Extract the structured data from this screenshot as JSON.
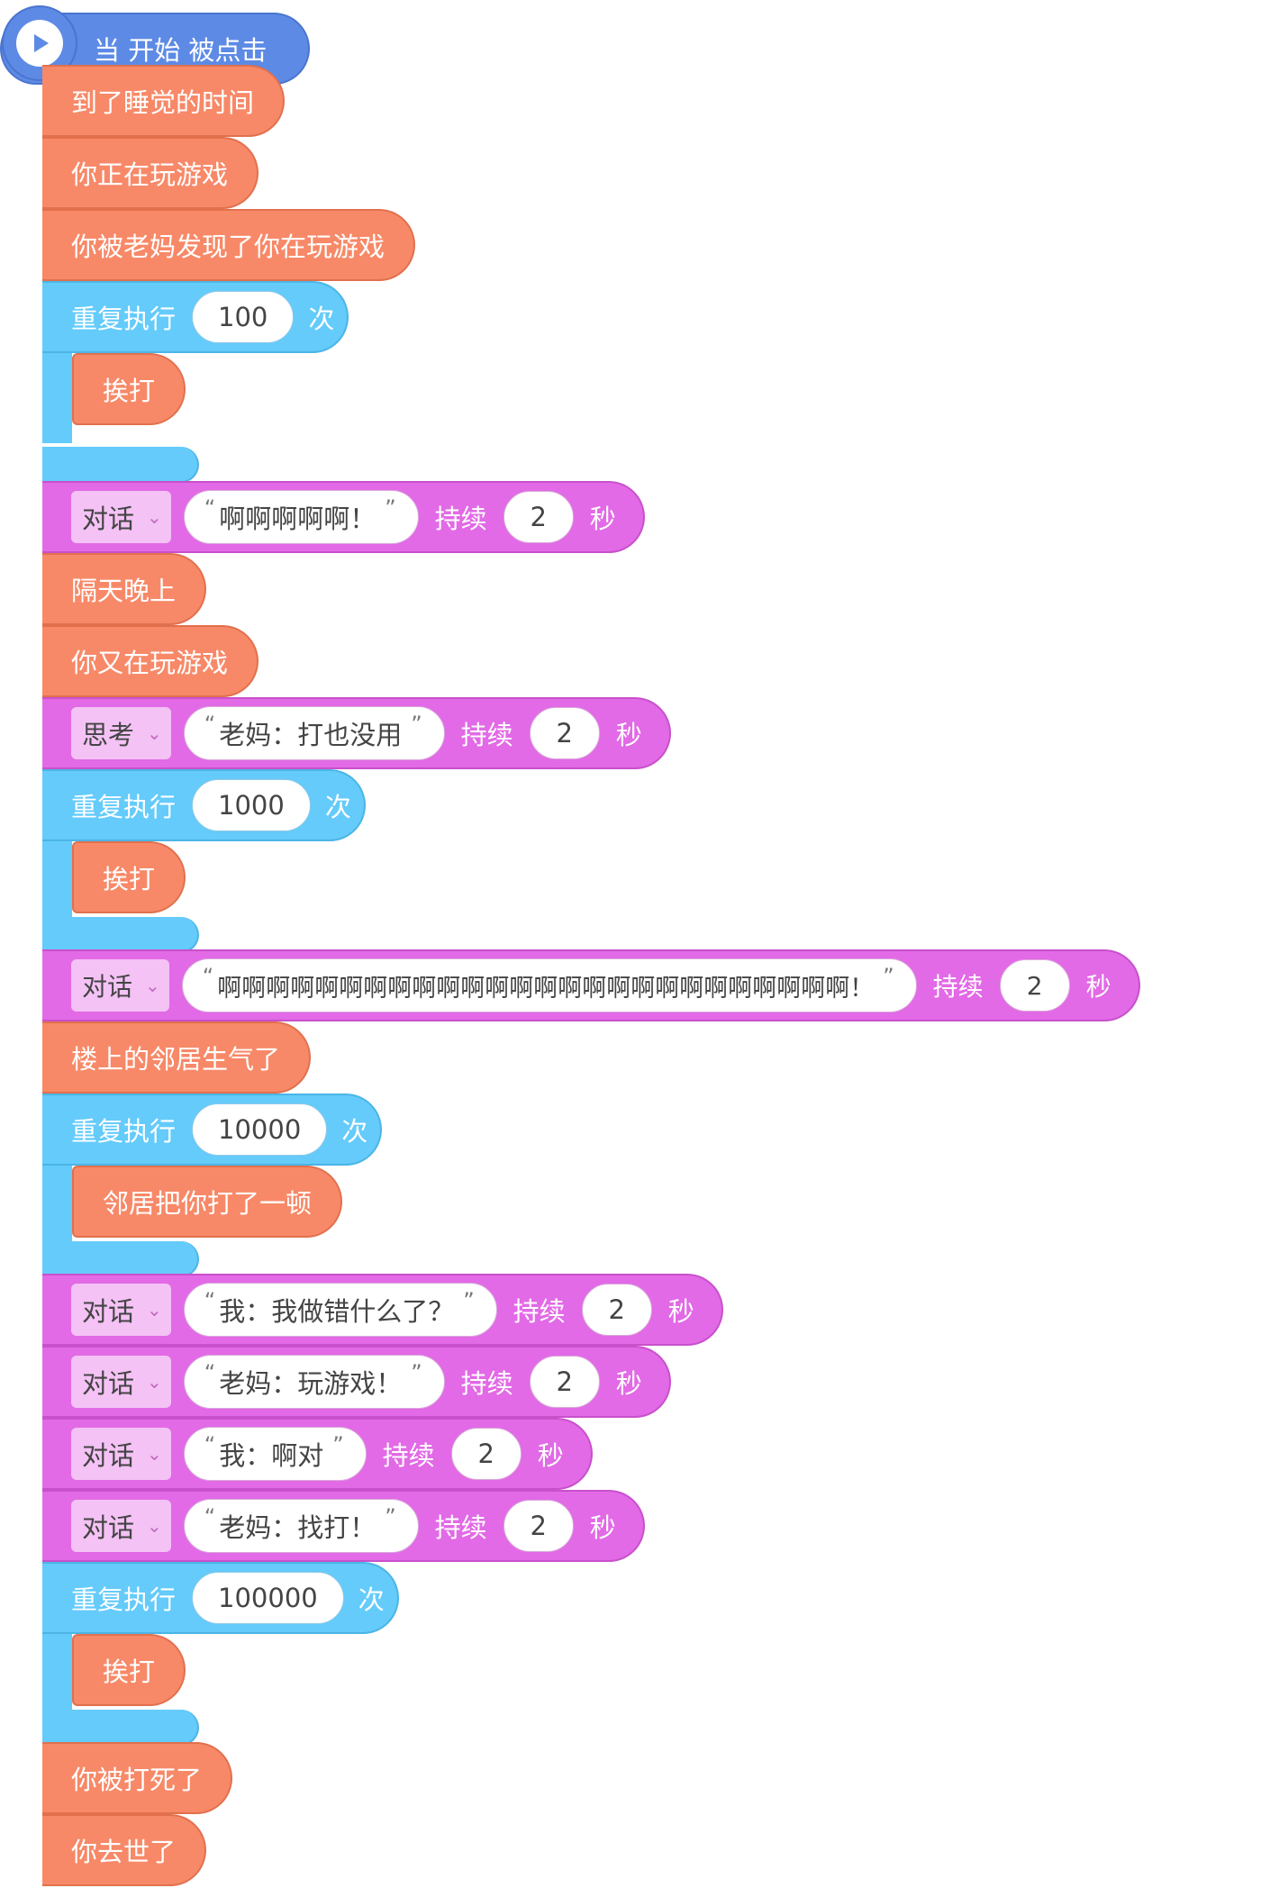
{
  "event": {
    "label": "当 开始 被点击"
  },
  "blocks": {
    "b1": "到了睡觉的时间",
    "b2": "你正在玩游戏",
    "b3": "你被老妈发现了你在玩游戏",
    "loop1": {
      "label": "重复执行",
      "count": "100",
      "unit": "次",
      "body": "挨打"
    },
    "say1": {
      "mode": "对话",
      "text": "啊啊啊啊啊！",
      "dur_label": "持续",
      "dur": "2",
      "sec": "秒"
    },
    "b4": "隔天晚上",
    "b5": "你又在玩游戏",
    "say2": {
      "mode": "思考",
      "text": "老妈：打也没用",
      "dur_label": "持续",
      "dur": "2",
      "sec": "秒"
    },
    "loop2": {
      "label": "重复执行",
      "count": "1000",
      "unit": "次",
      "body": "挨打"
    },
    "say3": {
      "mode": "对话",
      "text": "啊啊啊啊啊啊啊啊啊啊啊啊啊啊啊啊啊啊啊啊啊啊啊啊啊啊！",
      "dur_label": "持续",
      "dur": "2",
      "sec": "秒"
    },
    "b6": "楼上的邻居生气了",
    "loop3": {
      "label": "重复执行",
      "count": "10000",
      "unit": "次",
      "body": "邻居把你打了一顿"
    },
    "say4": {
      "mode": "对话",
      "text": "我：我做错什么了？",
      "dur_label": "持续",
      "dur": "2",
      "sec": "秒"
    },
    "say5": {
      "mode": "对话",
      "text": "老妈：玩游戏！",
      "dur_label": "持续",
      "dur": "2",
      "sec": "秒"
    },
    "say6": {
      "mode": "对话",
      "text": "我：啊对",
      "dur_label": "持续",
      "dur": "2",
      "sec": "秒"
    },
    "say7": {
      "mode": "对话",
      "text": "老妈：找打！",
      "dur_label": "持续",
      "dur": "2",
      "sec": "秒"
    },
    "loop4": {
      "label": "重复执行",
      "count": "100000",
      "unit": "次",
      "body": "挨打"
    },
    "b7": "你被打死了",
    "b8": "你去世了"
  },
  "glyphs": {
    "quote_open": "“",
    "quote_close": "”",
    "dropdown_arrow": "⌄"
  },
  "colors": {
    "event": "#5d8ae5",
    "action": "#f78968",
    "control": "#64cbfb",
    "looks": "#e26ae6",
    "dropdown": "#f4c2f5"
  }
}
